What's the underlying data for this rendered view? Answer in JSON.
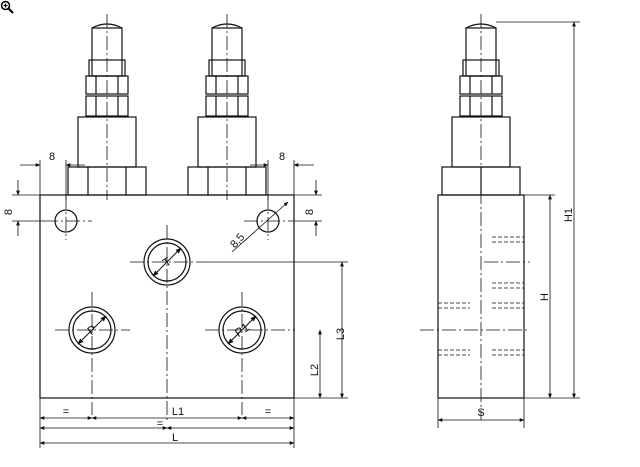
{
  "front_view": {
    "ports": {
      "T": "T",
      "P": "P",
      "P1": "P1"
    },
    "dims": {
      "hole_offset_left": "8",
      "hole_offset_right": "8",
      "hole_offset_vertical_left": "8",
      "hole_offset_vertical_right": "8",
      "hole_diameter": "8,5",
      "L1": "L1",
      "L": "L",
      "L2": "L2",
      "L3": "L3",
      "equal_left": "=",
      "equal_right": "=",
      "equal_mid": "="
    }
  },
  "side_view": {
    "dims": {
      "H": "H",
      "H1": "H1",
      "S": "S"
    }
  },
  "icons": {
    "cursor": "zoom-in-icon"
  }
}
